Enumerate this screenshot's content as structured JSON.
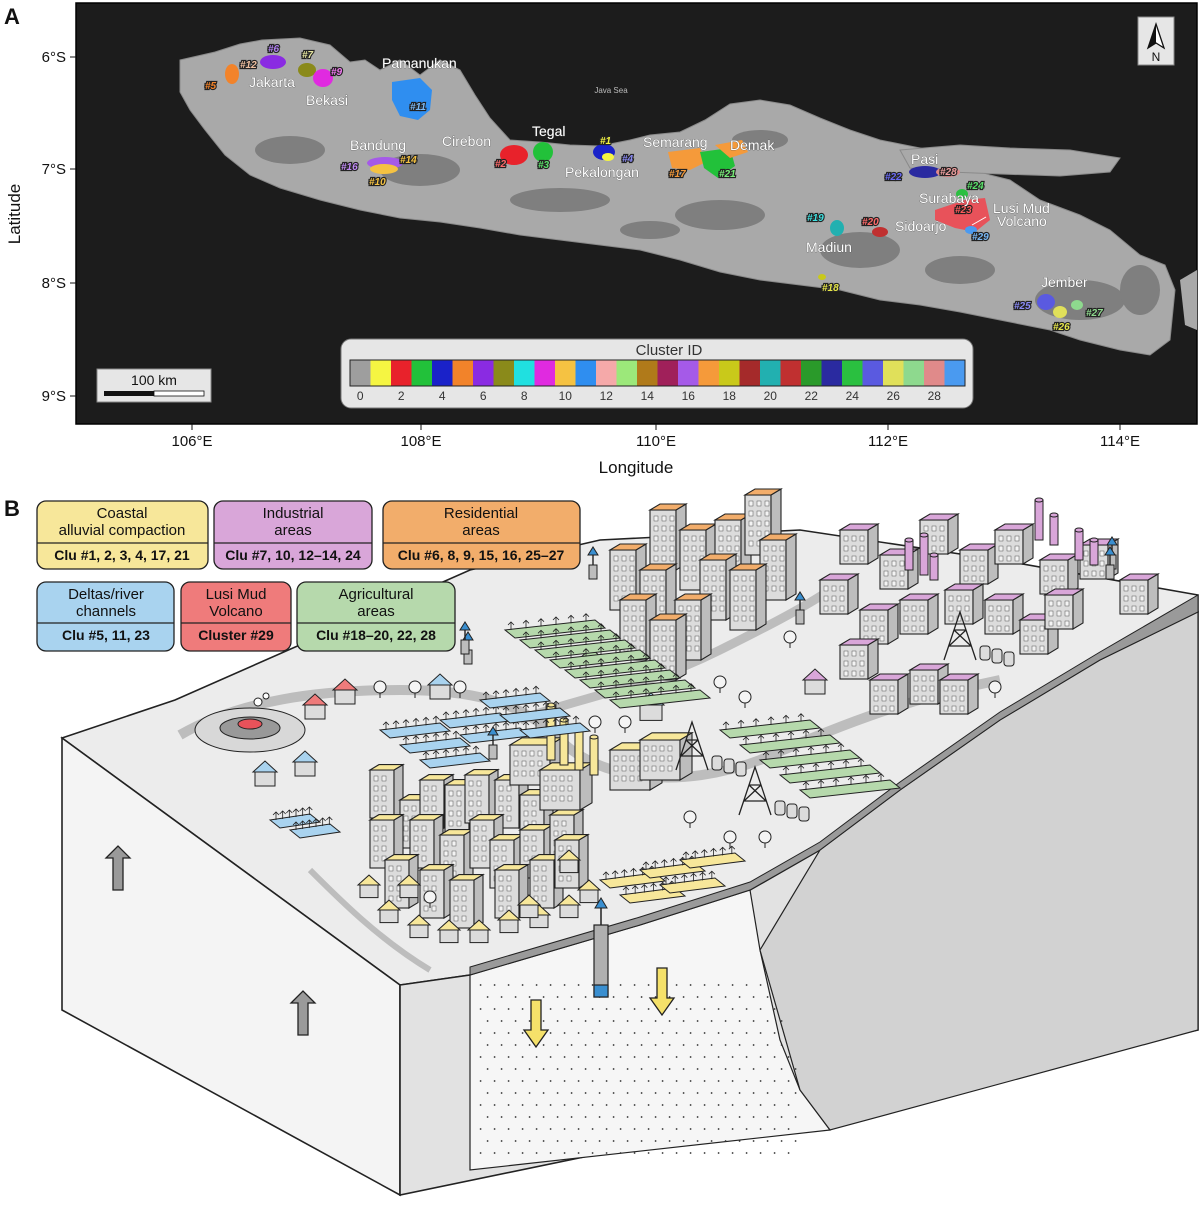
{
  "panel_a": {
    "letter": "A",
    "xlabel": "Longitude",
    "ylabel": "Latitude",
    "xticks": [
      "106°E",
      "108°E",
      "110°E",
      "112°E",
      "114°E"
    ],
    "yticks": [
      "6°S",
      "7°S",
      "8°S",
      "9°S"
    ],
    "sea_label": "Java Sea",
    "scalebar": "100 km",
    "north": "N",
    "legend": {
      "title": "Cluster ID",
      "ticks": [
        "0",
        "2",
        "4",
        "6",
        "8",
        "10",
        "12",
        "14",
        "16",
        "18",
        "20",
        "22",
        "24",
        "26",
        "28"
      ],
      "colors": [
        "#9e9e9e",
        "#f5f542",
        "#e8222b",
        "#22c13a",
        "#1a22c9",
        "#f2832a",
        "#8a2be2",
        "#8a8a1a",
        "#20e0e0",
        "#e02ae0",
        "#f5c242",
        "#2f8ef0",
        "#f5a9a9",
        "#9ce87a",
        "#b07a1a",
        "#a0205a",
        "#a55ae8",
        "#f59a3a",
        "#c9c91a",
        "#a52a2a",
        "#22b0b0",
        "#c03030",
        "#2a9a2a",
        "#2a2aa0",
        "#2ac040",
        "#5a5ae0",
        "#e0e05a",
        "#8ed98e",
        "#e08a8a",
        "#4a9af0"
      ]
    },
    "cities": [
      {
        "name": "Jakarta"
      },
      {
        "name": "Bekasi"
      },
      {
        "name": "Pamanukan"
      },
      {
        "name": "Bandung"
      },
      {
        "name": "Cirebon"
      },
      {
        "name": "Tegal"
      },
      {
        "name": "Pekalongan"
      },
      {
        "name": "Semarang"
      },
      {
        "name": "Demak"
      },
      {
        "name": "Pasi"
      },
      {
        "name": "Surabaya"
      },
      {
        "name": "Lusi Mud"
      },
      {
        "name": "Volcano"
      },
      {
        "name": "Sidoarjo"
      },
      {
        "name": "Madiun"
      },
      {
        "name": "Jember"
      }
    ],
    "clusters": [
      "#1",
      "#2",
      "#3",
      "#4",
      "#5",
      "#6",
      "#7",
      "#9",
      "#10",
      "#11",
      "#12",
      "#14",
      "#16",
      "#17",
      "#18",
      "#19",
      "#20",
      "#21",
      "#22",
      "#23",
      "#24",
      "#25",
      "#26",
      "#27",
      "#28",
      "#29"
    ]
  },
  "panel_b": {
    "letter": "B",
    "boxes": [
      {
        "title1": "Coastal",
        "title2": "alluvial compaction",
        "sub": "Clu #1, 2, 3, 4, 17, 21",
        "fill": "#f7e79a"
      },
      {
        "title1": "Industrial",
        "title2": "areas",
        "sub": "Clu #7, 10, 12–14, 24",
        "fill": "#d9a6d9"
      },
      {
        "title1": "Residential",
        "title2": "areas",
        "sub": "Clu #6, 8, 9, 15, 16, 25–27",
        "fill": "#f2ad6b"
      },
      {
        "title1": "Deltas/river",
        "title2": "channels",
        "sub": "Clu #5, 11, 23",
        "fill": "#a9d3ef"
      },
      {
        "title1": "Lusi Mud",
        "title2": "Volcano",
        "sub": "Cluster #29",
        "fill": "#ef7b7b"
      },
      {
        "title1": "Agricultural",
        "title2": "areas",
        "sub": "Clu #18–20, 22, 28",
        "fill": "#b6d9ac"
      }
    ]
  }
}
